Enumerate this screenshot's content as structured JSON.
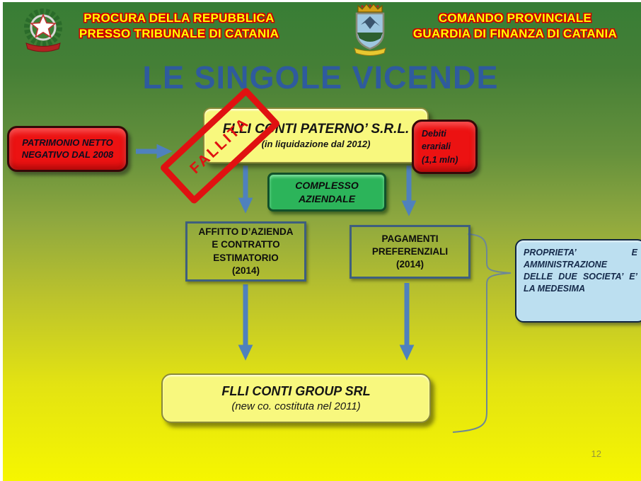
{
  "header": {
    "left": {
      "emblem": "italian-republic-emblem",
      "line1": "PROCURA DELLA REPUBBLICA",
      "line2": "PRESSO TRIBUNALE DI CATANIA"
    },
    "right": {
      "emblem": "guardia-di-finanza-crest",
      "line1": "COMANDO PROVINCIALE",
      "line2": "GUARDIA DI FINANZA DI CATANIA"
    }
  },
  "title": "LE SINGOLE VICENDE",
  "diagram": {
    "nodes": {
      "patrimonio": {
        "text": "PATRIMONIO NETTO\nNEGATIVO DAL 2008",
        "color": "#ec1212"
      },
      "fallita_stamp": {
        "text": "FALLITA",
        "color": "#e01111"
      },
      "main_company": {
        "name": "FLLI CONTI PATERNO’ S.R.L.",
        "subtitle": "(in liquidazione dal 2012)",
        "color": "#f8f87e"
      },
      "debiti": {
        "text": "Debiti\nerariali\n(1,1 mln)",
        "color": "#ec1212"
      },
      "complesso": {
        "text": "COMPLESSO\nAZIENDALE",
        "color": "#2cb45a"
      },
      "affitto": {
        "text": "AFFITTO D’AZIENDA\nE CONTRATTO\nESTIMATORIO\n(2014)"
      },
      "pagamenti": {
        "text": "PAGAMENTI\nPREFERENZIALI\n(2014)"
      },
      "group_company": {
        "name": "FLLI CONTI GROUP SRL",
        "subtitle": "(new co. costituta nel 2011)",
        "color": "#edef5c"
      },
      "proprieta": {
        "text": "PROPRIETA’ E AMMINISTRAZIONE DELLE DUE SOCIETA’ E’ LA MEDESIMA",
        "color": "#bcdff0"
      }
    },
    "arrow_color": "#4f81bd",
    "brace_color": "#6d8796"
  },
  "page_number": "12",
  "colors": {
    "title_text": "#2f5b9d",
    "header_text": "#ffff00",
    "header_outline": "#cc0000",
    "background_top": "#377d35",
    "background_bottom": "#f6f600"
  }
}
